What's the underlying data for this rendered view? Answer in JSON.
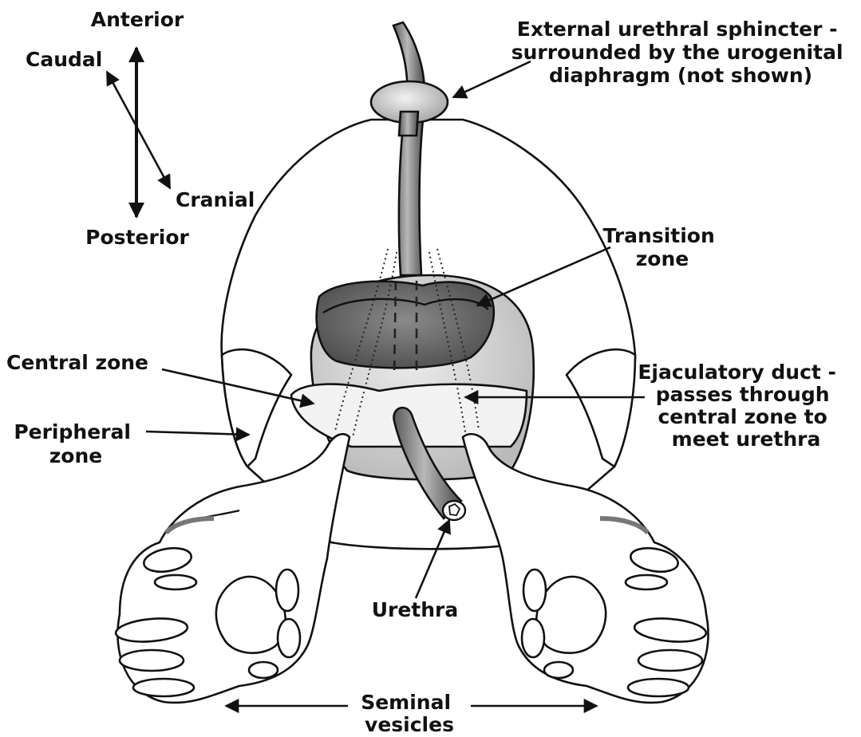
{
  "orientation": {
    "anterior": "Anterior",
    "posterior": "Posterior",
    "caudal": "Caudal",
    "cranial": "Cranial"
  },
  "labels": {
    "sphincter": [
      "External urethral sphincter -",
      "surrounded by the urogenital",
      "diaphragm (not shown)"
    ],
    "transition_zone": [
      "Transition",
      "zone"
    ],
    "central_zone": [
      "Central zone"
    ],
    "ejaculatory_duct": [
      "Ejaculatory duct -",
      "passes through",
      "central zone to",
      "meet urethra"
    ],
    "peripheral_zone": [
      "Peripheral",
      "zone"
    ],
    "urethra": [
      "Urethra"
    ],
    "seminal_vesicles": [
      "Seminal",
      "vesicles"
    ]
  },
  "colors": {
    "line": "#111111",
    "transition_fill": "#6b6b6b",
    "central_fill": "#d2d2d2",
    "tube_fill": "#8a8a8a"
  }
}
